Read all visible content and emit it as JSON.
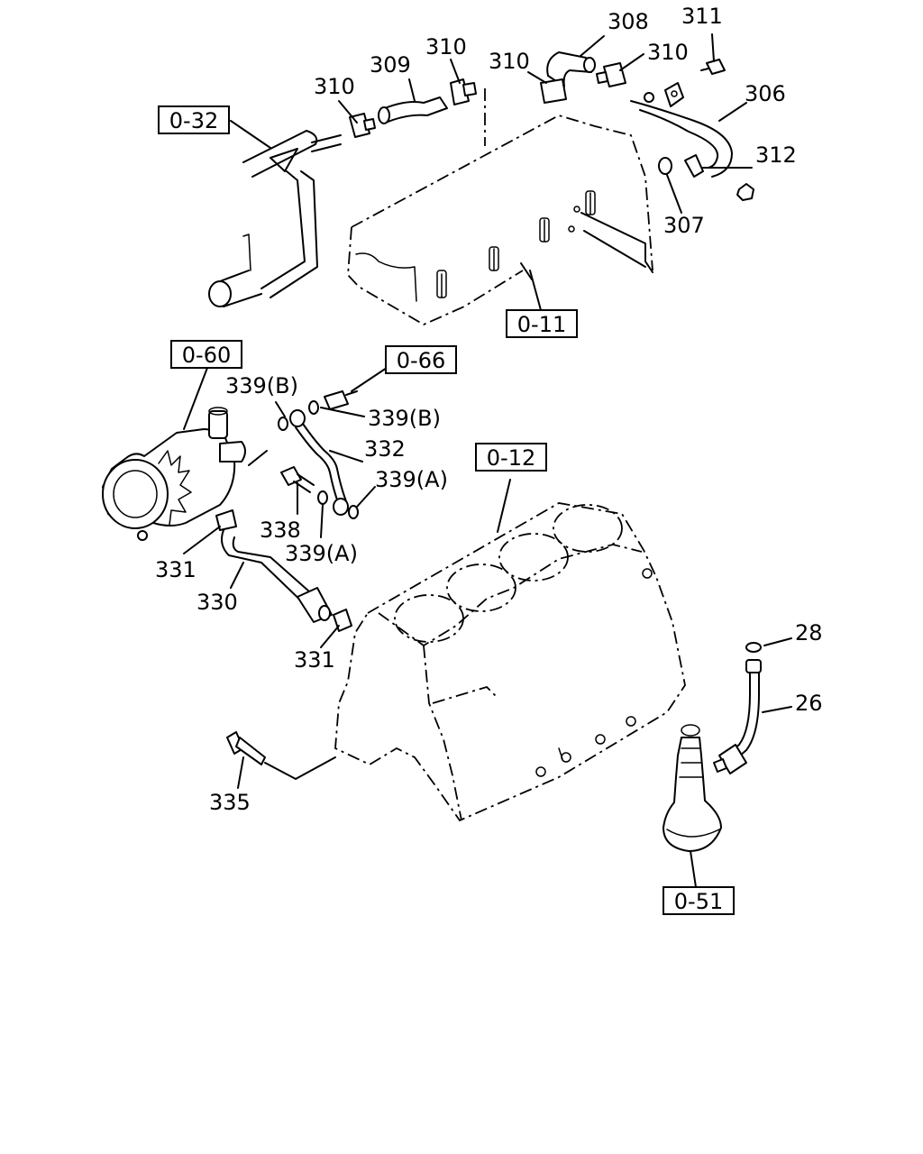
{
  "refs": {
    "r032": "0-32",
    "r011": "0-11",
    "r060": "0-60",
    "r066": "0-66",
    "r012": "0-12",
    "r051": "0-51"
  },
  "labels": {
    "p308": "308",
    "p311": "311",
    "p310a": "310",
    "p309": "309",
    "p310b": "310",
    "p310c": "310",
    "p310d": "310",
    "p306": "306",
    "p312": "312",
    "p307": "307",
    "p339b1": "339(B)",
    "p339b2": "339(B)",
    "p332": "332",
    "p339a1": "339(A)",
    "p338": "338",
    "p339a2": "339(A)",
    "p331a": "331",
    "p330": "330",
    "p331b": "331",
    "p28": "28",
    "p26": "26",
    "p335": "335"
  }
}
